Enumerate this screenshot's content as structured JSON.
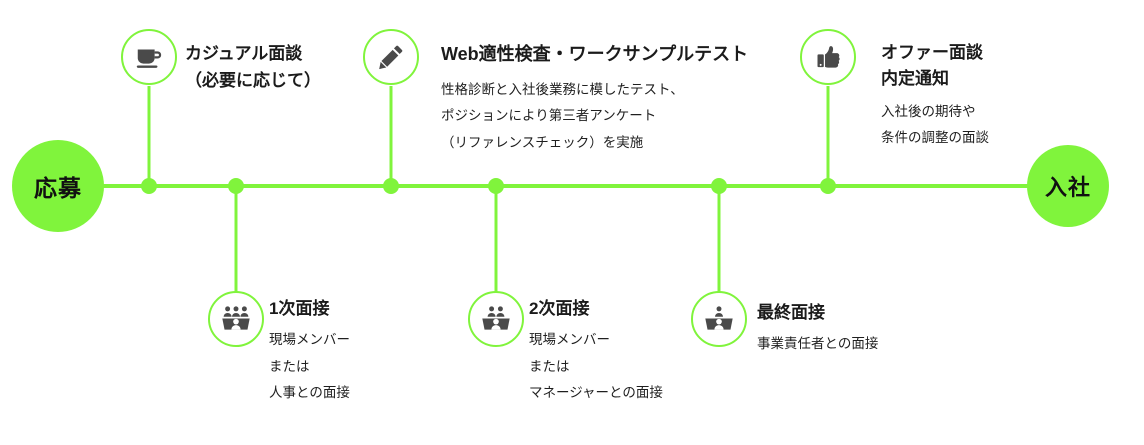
{
  "theme": {
    "accent": "#80f43c",
    "icon": "#4a4a4a",
    "text": "#1b1b1b"
  },
  "timeline": {
    "start_label": "応募",
    "end_label": "入社"
  },
  "steps": [
    {
      "id": "casual",
      "side": "top",
      "icon": "coffee-cup-icon",
      "title": "カジュアル面談",
      "title2": "（必要に応じて）",
      "lines": []
    },
    {
      "id": "first-interview",
      "side": "bottom",
      "icon": "panel-three-people-icon",
      "title": "1次面接",
      "lines": [
        "現場メンバー",
        "または",
        "人事との面接"
      ]
    },
    {
      "id": "web-test",
      "side": "top",
      "icon": "pencil-icon",
      "title": "Web適性検査・ワークサンプルテスト",
      "lines": [
        "性格診断と入社後業務に模したテスト、",
        "ポジションにより第三者アンケート",
        "（リファレンスチェック）を実施"
      ]
    },
    {
      "id": "second-interview",
      "side": "bottom",
      "icon": "panel-two-people-icon",
      "title": "2次面接",
      "lines": [
        "現場メンバー",
        "または",
        "マネージャーとの面接"
      ]
    },
    {
      "id": "final-interview",
      "side": "bottom",
      "icon": "panel-one-person-icon",
      "title": "最終面接",
      "lines": [
        "事業責任者との面接"
      ]
    },
    {
      "id": "offer",
      "side": "top",
      "icon": "thumbs-up-icon",
      "title": "オファー面談",
      "title2": "内定通知",
      "lines": [
        "入社後の期待や",
        "条件の調整の面談"
      ]
    }
  ]
}
